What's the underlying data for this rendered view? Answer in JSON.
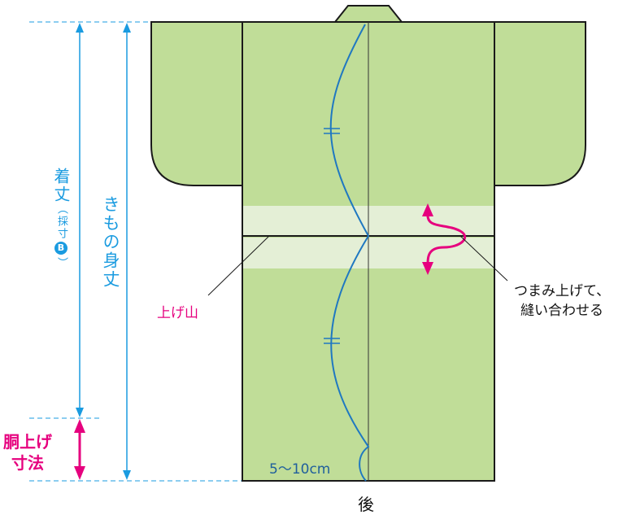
{
  "labels": {
    "kitake": "着丈",
    "kitake_paren": "（採寸",
    "kitake_badge": "B",
    "kitake_close": "）",
    "mitake": "きもの身丈",
    "ageyama": "上げ山",
    "doage_line1": "胴上げ",
    "doage_line2": "寸法",
    "range": "5〜10cm",
    "ushiro": "後",
    "note_line1": "つまみ上げて、",
    "note_line2": "縫い合わせる"
  },
  "colors": {
    "kimono_fill": "#c0dd98",
    "tuck_band": "#e4efd6",
    "outline": "#1a1a1a",
    "seam": "#1f78c1",
    "dimension": "#1a9be0",
    "accent": "#e6007e"
  },
  "icons": [
    "double-arrow-icon",
    "curl-arrow-icon",
    "b-badge-icon"
  ]
}
